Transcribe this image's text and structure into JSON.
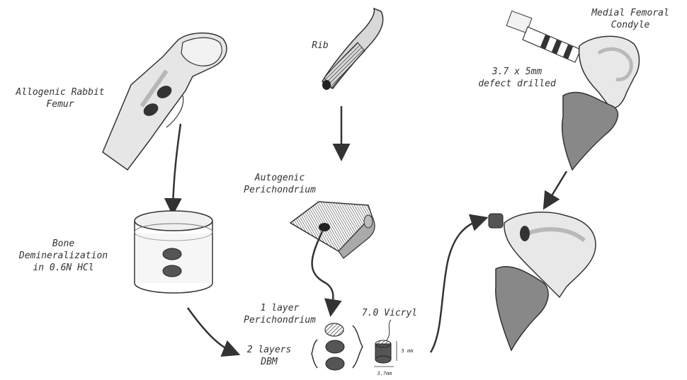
{
  "labels": {
    "allogenic_femur": [
      "Allogenic Rabbit",
      "Femur"
    ],
    "rib": "Rib",
    "medial_condyle": [
      "Medial Femoral",
      "Condyle"
    ],
    "defect": [
      "3.7 x 5mm",
      "defect drilled"
    ],
    "autogenic_perichondrium": [
      "Autogenic",
      "Perichondrium"
    ],
    "bone_demineralization": [
      "Bone",
      "Demineralization",
      "in 0.6N HCl"
    ],
    "one_layer": [
      "1 layer",
      "Perichondrium"
    ],
    "two_layers": [
      "2 layers",
      "DBM"
    ],
    "vicryl": "7.0 Vicryl",
    "dim_height": "5 mm",
    "dim_width": "3.7mm"
  },
  "colors": {
    "ink": "#333333",
    "dark_fill": "#4a4a4a",
    "shade": "#8a8a8a",
    "light": "#dcdcdc"
  }
}
